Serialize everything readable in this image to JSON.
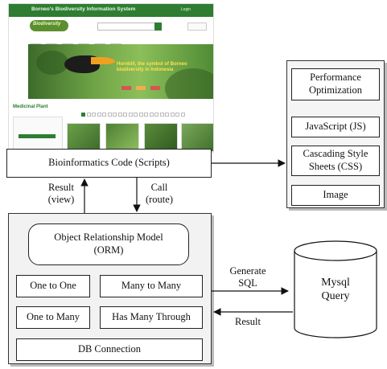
{
  "screenshot": {
    "site_title": "Borneo's Biodiversity Information System",
    "top_right_link": "Login",
    "logo_text": "Biodiversity",
    "hero_text": "Hornbill, the symbol of Borneo biodiversity in Indonesia",
    "section_title": "Medicinal Plant"
  },
  "stack": {
    "performance_optimization": "Performance Optimization",
    "javascript": "JavaScript (JS)",
    "css": "Cascading Style Sheets (CSS)",
    "image": "Image"
  },
  "bioinformatics_code": "Bioinformatics Code (Scripts)",
  "arrows": {
    "result_view": "Result (view)",
    "call_route": "Call (route)",
    "generate_sql": "Generate SQL",
    "result": "Result"
  },
  "orm": {
    "title": "Object Relationship Model (ORM)",
    "one_to_one": "One to One",
    "many_to_many": "Many to Many",
    "one_to_many": "One to Many",
    "has_many_through": "Has Many Through",
    "db_connection": "DB Connection"
  },
  "database": {
    "label": "Mysql Query"
  }
}
